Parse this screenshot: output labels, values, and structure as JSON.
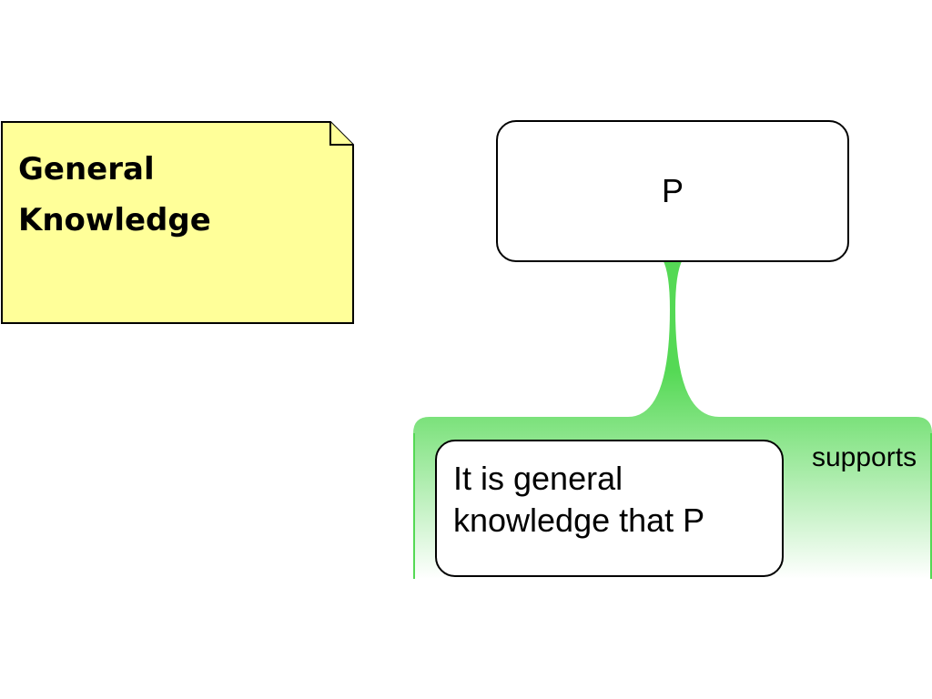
{
  "note": {
    "title": "General Knowledge",
    "fill_color": "#ffff99"
  },
  "claim": {
    "text": "P"
  },
  "premise": {
    "text": "It is general knowledge that P"
  },
  "relation": {
    "label": "supports",
    "color": "#55d955"
  }
}
